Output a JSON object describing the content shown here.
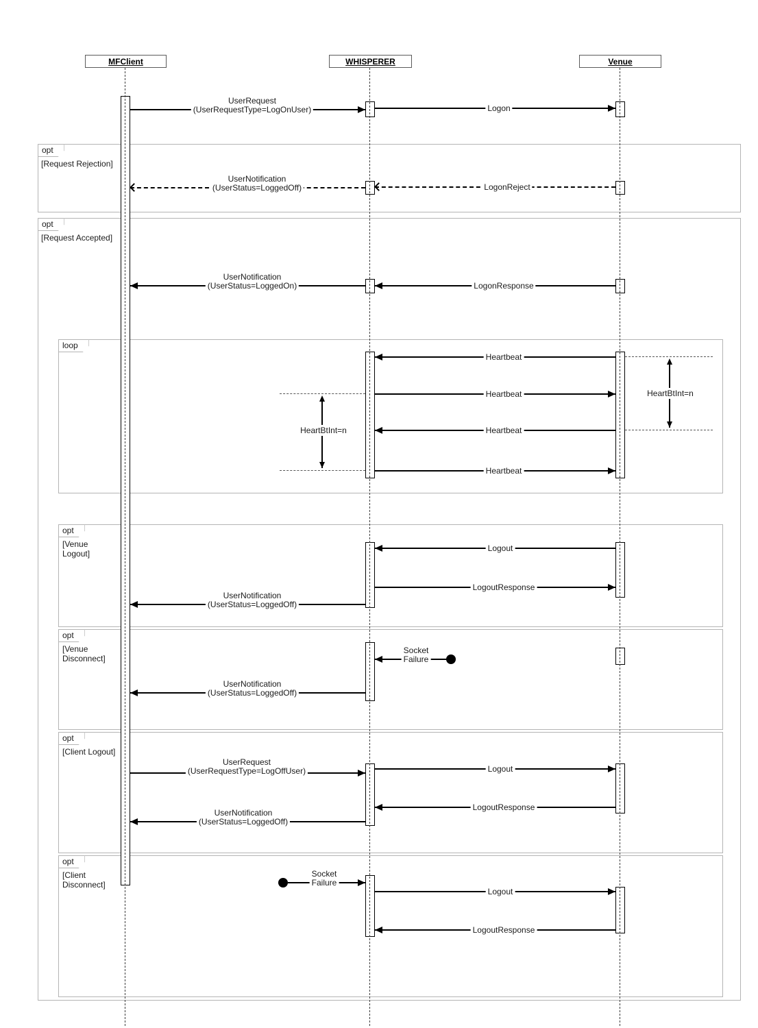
{
  "diagram": {
    "actors": {
      "mfclient": {
        "label": "MFClient"
      },
      "whisperer": {
        "label": "WHISPERER"
      },
      "venue": {
        "label": "Venue"
      }
    },
    "frames": {
      "request_rejection": {
        "op": "opt",
        "guard": "[Request Rejection]"
      },
      "request_accepted": {
        "op": "opt",
        "guard": "[Request Accepted]"
      },
      "heartbeat_loop": {
        "op": "loop"
      },
      "venue_logout": {
        "op": "opt",
        "guard": "[Venue\nLogout]"
      },
      "venue_disconnect": {
        "op": "opt",
        "guard": "[Venue\nDisconnect]"
      },
      "client_logout": {
        "op": "opt",
        "guard": "[Client Logout]"
      },
      "client_disconnect": {
        "op": "opt",
        "guard": "[Client\nDisconnect]"
      }
    },
    "messages": {
      "user_request_logon": {
        "line1": "UserRequest",
        "line2": "(UserRequestType=LogOnUser)"
      },
      "logon": {
        "label": "Logon"
      },
      "user_notification_loggedoff": {
        "line1": "UserNotification",
        "line2": "(UserStatus=LoggedOff)"
      },
      "logon_reject": {
        "label": "LogonReject"
      },
      "user_notification_loggedon": {
        "line1": "UserNotification",
        "line2": "(UserStatus=LoggedOn)"
      },
      "logon_response": {
        "label": "LogonResponse"
      },
      "heartbeat": {
        "label": "Heartbeat"
      },
      "heartbtint": {
        "label": "HeartBtInt=n"
      },
      "logout": {
        "label": "Logout"
      },
      "logout_response": {
        "label": "LogoutResponse"
      },
      "user_request_logoff": {
        "line1": "UserRequest",
        "line2": "(UserRequestType=LogOffUser)"
      },
      "socket_failure": {
        "line1": "Socket",
        "line2": "Failure"
      }
    }
  }
}
